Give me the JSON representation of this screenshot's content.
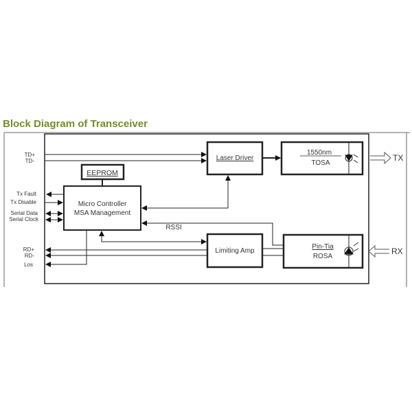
{
  "title": "Block Diagram of Transceiver",
  "blocks": {
    "eeprom": "EEPROM",
    "mcu_line1": "Micro Controller",
    "mcu_line2": "MSA Management",
    "laser_driver": "Laser Driver",
    "tosa_line1": "1550nm",
    "tosa_line2": "TOSA",
    "limiting_amp": "Limiting Amp",
    "rosa_line1": "Pin-Tia",
    "rosa_line2": "ROSA"
  },
  "signals": {
    "td_plus": "TD+",
    "td_minus": "TD-",
    "tx_fault": "Tx Fault",
    "tx_disable": "Tx Disable",
    "serial_data": "Serial Data",
    "serial_clock": "Serial Clock",
    "rd_plus": "RD+",
    "rd_minus": "RD-",
    "los": "Los",
    "rssi": "RSSI",
    "tx": "TX",
    "rx": "RX"
  }
}
